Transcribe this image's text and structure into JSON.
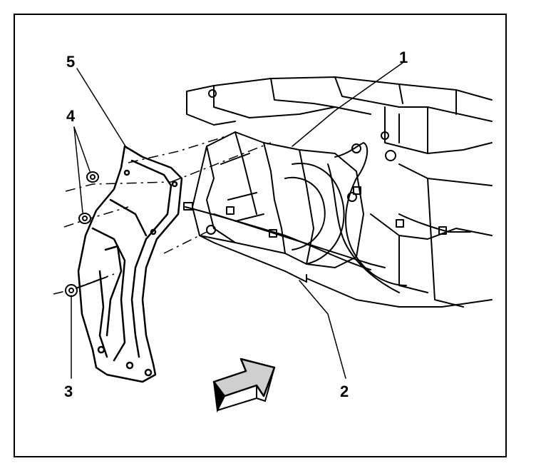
{
  "callouts": [
    {
      "id": "1",
      "label": "1"
    },
    {
      "id": "2",
      "label": "2"
    },
    {
      "id": "3",
      "label": "3"
    },
    {
      "id": "4",
      "label": "4"
    },
    {
      "id": "5",
      "label": "5"
    }
  ],
  "colors": {
    "ink": "#000000",
    "paper": "#ffffff",
    "shade": "#cfcfcf"
  },
  "icons": {
    "direction": "front-arrow-icon"
  }
}
